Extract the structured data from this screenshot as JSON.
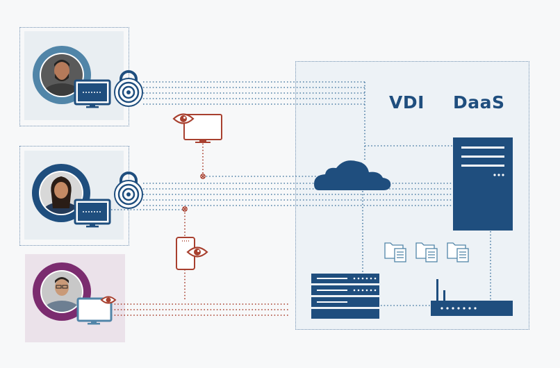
{
  "labels": {
    "vdi": "VDI",
    "daas": "DaaS"
  },
  "colors": {
    "navy": "#1f4e7e",
    "steel_blue": "#5185a8",
    "secure_line": "#4f7fa6",
    "threat": "#a8402f",
    "panel_bg": "#edf2f6",
    "user3_bg": "#ebe2ea",
    "user3_ring": "#7b2c6f"
  },
  "icons": {
    "lock": "padlock-icon",
    "eye": "eye-icon",
    "cloud": "cloud-icon",
    "server": "server-tower-icon",
    "rack": "server-rack-icon",
    "router": "router-icon",
    "files": "file-folder-icon",
    "monitor": "monitor-icon",
    "phone": "phone-icon",
    "avatar": "person-avatar"
  }
}
